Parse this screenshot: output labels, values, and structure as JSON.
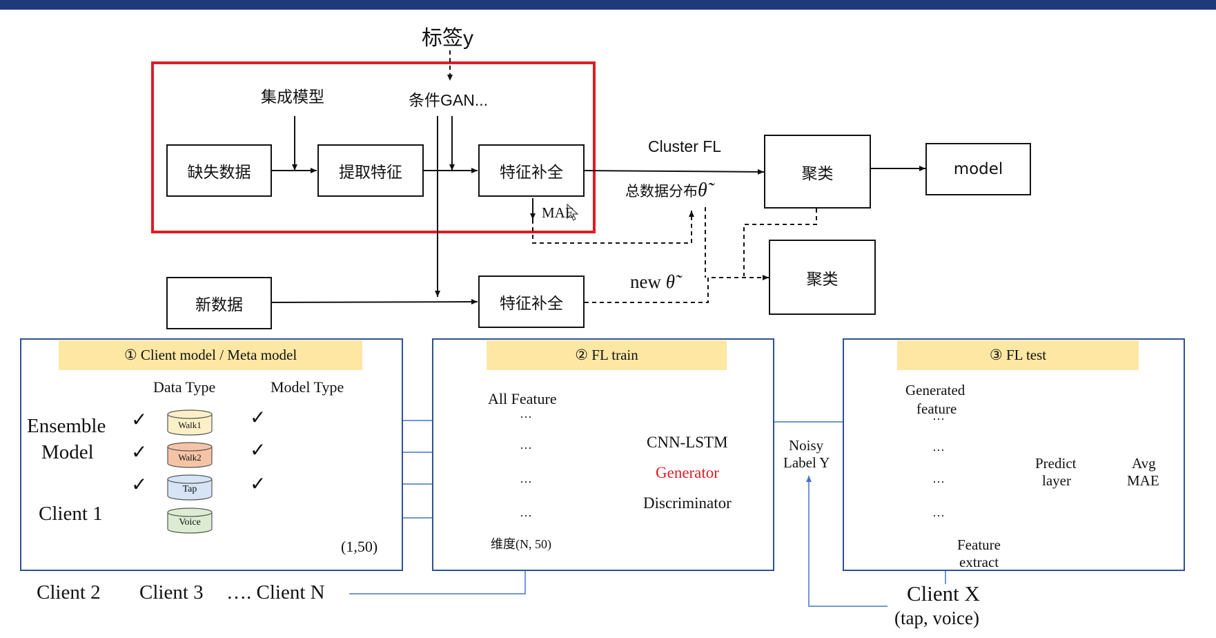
{
  "top": {
    "label_y": "标签y",
    "ensemble_model": "集成模型",
    "conditional_gan": "条件GAN...",
    "missing_data": "缺失数据",
    "extract_features": "提取特征",
    "feature_completion_1": "特征补全",
    "mae": "MAE",
    "cluster_fl": "Cluster FL",
    "total_distribution": "总数据分布",
    "theta_tilde": "θ̃",
    "cluster_1": "聚类",
    "model": "model",
    "cluster_2": "聚类",
    "new_data": "新数据",
    "feature_completion_2": "特征补全",
    "new_theta": "new",
    "accent_color": "#e01b24"
  },
  "panel1": {
    "title": "① Client model / Meta model",
    "data_type": "Data Type",
    "model_type": "Model Type",
    "ensemble": "Ensemble",
    "model_word": "Model",
    "client1": "Client 1",
    "checkmark": "✓",
    "cylinders": [
      "Walk1",
      "Walk2",
      "Tap",
      "Voice"
    ],
    "shape": "(1,50)"
  },
  "panel2": {
    "title": "② FL train",
    "all_feature": "All Feature",
    "cnn_lstm": "CNN-LSTM",
    "generator": "Generator",
    "discriminator": "Discriminator",
    "dimension": "维度(N, 50)",
    "ellipsis": "···",
    "generator_color": "#e01b24"
  },
  "panel3": {
    "title": "③ FL test",
    "generated": "Generated",
    "feature": "feature",
    "noisy": "Noisy",
    "label_y": "Label Y",
    "predict": "Predict",
    "layer": "layer",
    "avg": "Avg",
    "avg_mae": "MAE",
    "feature_word": "Feature",
    "extract": "extract"
  },
  "bottom": {
    "client2": "Client 2",
    "client3": "Client 3",
    "client_n": "…. Client N",
    "client_x": "Client X",
    "client_x_sub": "(tap, voice)"
  },
  "colors": {
    "row_fills": [
      "#fdf0c8",
      "#f5c4a6",
      "#d6e4f5",
      "#dcecd2"
    ],
    "panel_border": "#2f4f8f",
    "arrow_blue": "#4472c4",
    "title_fill": "#fde7a3",
    "generated_fill": "#fbe0cc"
  }
}
